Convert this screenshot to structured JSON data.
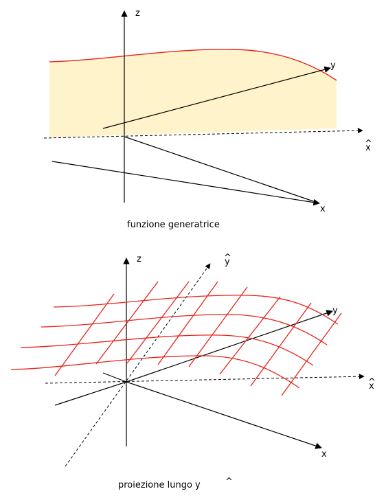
{
  "top": {
    "caption": "funzione generatrice",
    "axis_z": "z",
    "axis_y": "y",
    "axis_x": "x",
    "axis_xhat": "x",
    "hat": "^"
  },
  "bottom": {
    "caption": "proiezione lungo y",
    "caption_hat": "^",
    "axis_z": "z",
    "axis_y": "y",
    "axis_x": "x",
    "axis_xhat": "x",
    "axis_yhat": "y",
    "hat": "^"
  },
  "colors": {
    "curve": "#e8231a",
    "fill": "#fff3cc",
    "axis": "#000000"
  }
}
